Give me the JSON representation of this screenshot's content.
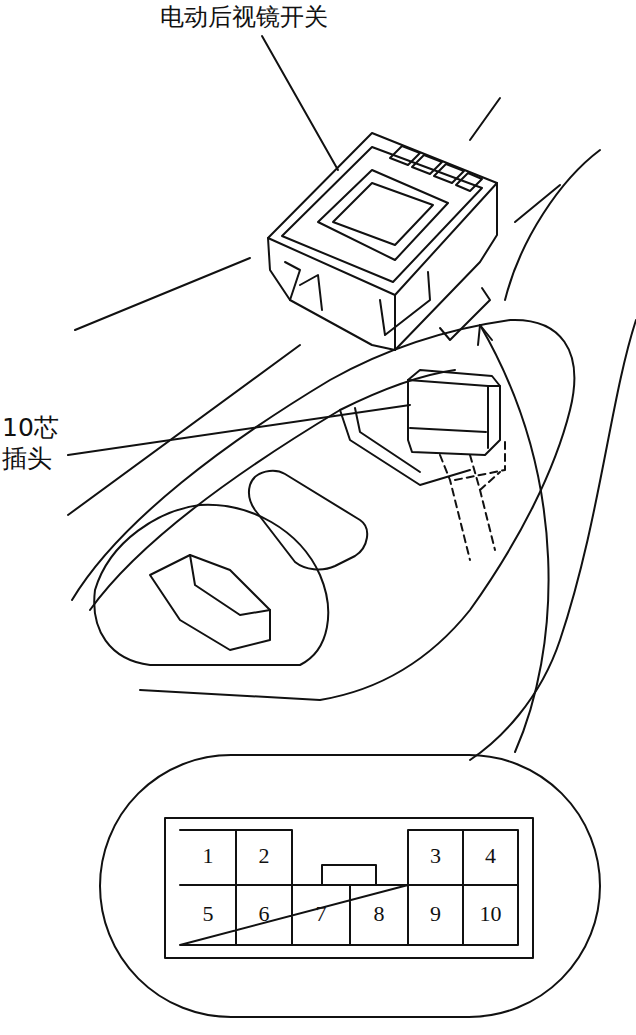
{
  "diagram": {
    "labels": [
      "电动后视镜开关",
      "10芯 插头",
      "1",
      "2",
      "3",
      "4",
      "5",
      "6",
      "7",
      "8",
      "9",
      "10"
    ]
  }
}
